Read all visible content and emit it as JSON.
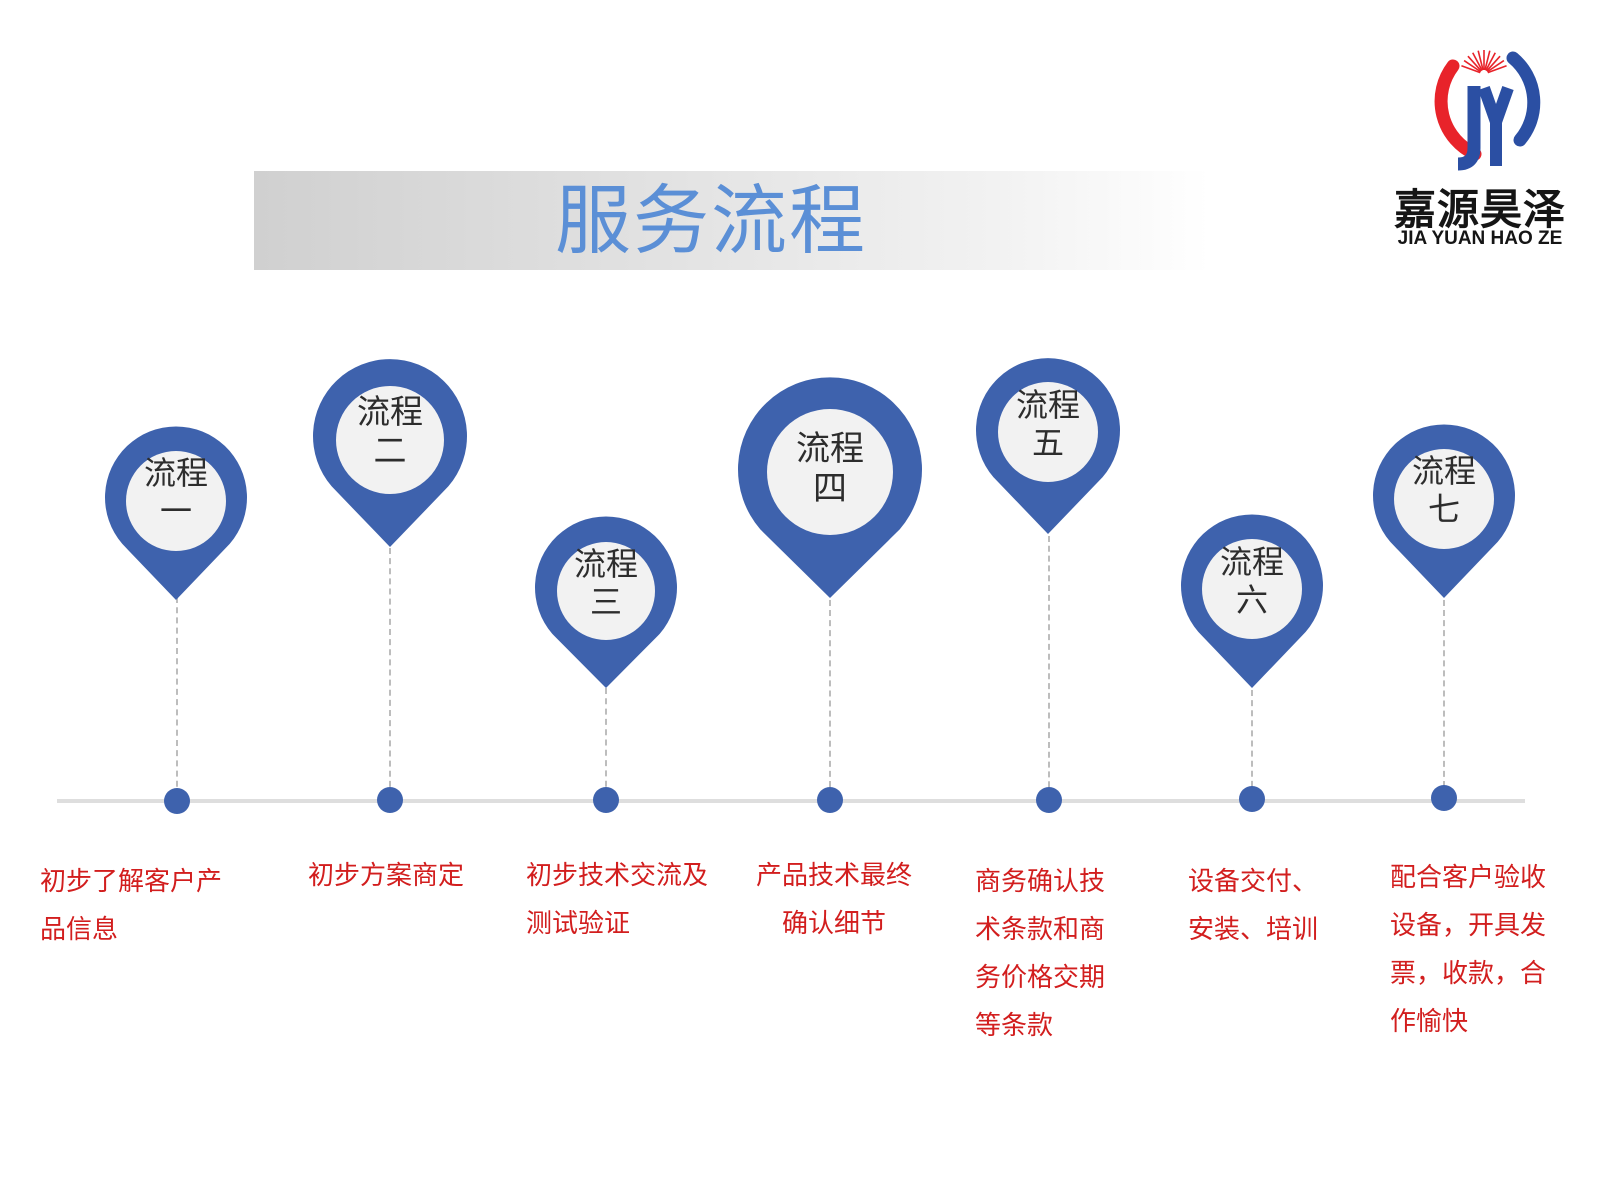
{
  "title": "服务流程",
  "logo": {
    "name_cn": "嘉源昊泽",
    "name_en": "JIA YUAN HAO ZE",
    "colors": {
      "red": "#e8232a",
      "blue": "#2b4fa3"
    }
  },
  "colors": {
    "pin": "#3e62ad",
    "description": "#d21e1e",
    "title": "#5b8fd6"
  },
  "steps": [
    {
      "label": "流程",
      "number": "一",
      "desc_lines": [
        "初步了解客户产",
        "品信息"
      ]
    },
    {
      "label": "流程",
      "number": "二",
      "desc_lines": [
        "初步方案商定"
      ]
    },
    {
      "label": "流程",
      "number": "三",
      "desc_lines": [
        "初步技术交流及",
        "测试验证"
      ]
    },
    {
      "label": "流程",
      "number": "四",
      "desc_lines": [
        "产品技术最终",
        "确认细节"
      ]
    },
    {
      "label": "流程",
      "number": "五",
      "desc_lines": [
        "商务确认技",
        "术条款和商",
        "务价格交期",
        "等条款"
      ]
    },
    {
      "label": "流程",
      "number": "六",
      "desc_lines": [
        "设备交付、",
        "安装、培训"
      ]
    },
    {
      "label": "流程",
      "number": "七",
      "desc_lines": [
        "配合客户验收",
        "设备，开具发",
        "票，收款，合",
        "作愉快"
      ]
    }
  ]
}
